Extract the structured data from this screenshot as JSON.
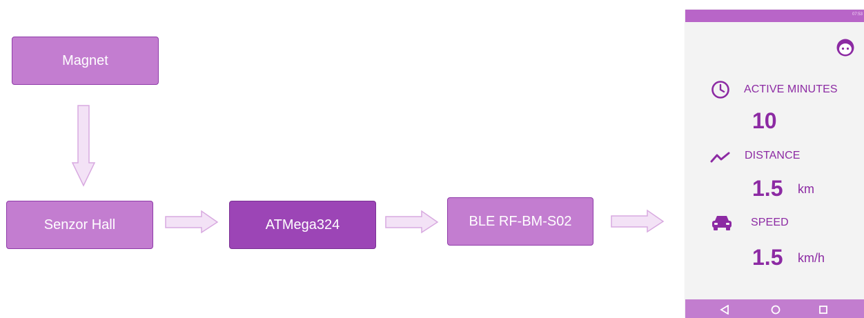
{
  "diagram": {
    "boxes": {
      "magnet": "Magnet",
      "hall": "Senzor Hall",
      "mcu": "ATMega324",
      "ble": "BLE RF-BM-S02"
    }
  },
  "phone": {
    "status_time": "07:53",
    "avatar_icon": "face-icon",
    "metrics": {
      "active": {
        "icon": "clock-icon",
        "label": "ACTIVE MINUTES",
        "value": "10"
      },
      "distance": {
        "icon": "trend-line-icon",
        "label": "DISTANCE",
        "value": "1.5",
        "unit": "km"
      },
      "speed": {
        "icon": "car-icon",
        "label": "SPEED",
        "value": "1.5",
        "unit": "km/h"
      }
    },
    "nav": [
      "back-triangle-icon",
      "home-circle-icon",
      "recents-square-icon"
    ]
  },
  "colors": {
    "box_light": "#c37dd0",
    "box_dark": "#9c45b6",
    "arrow_fill": "#f3e2f6",
    "accent": "#8c2aa3",
    "statusbar": "#b865c8",
    "navbar": "#c27dcf"
  }
}
